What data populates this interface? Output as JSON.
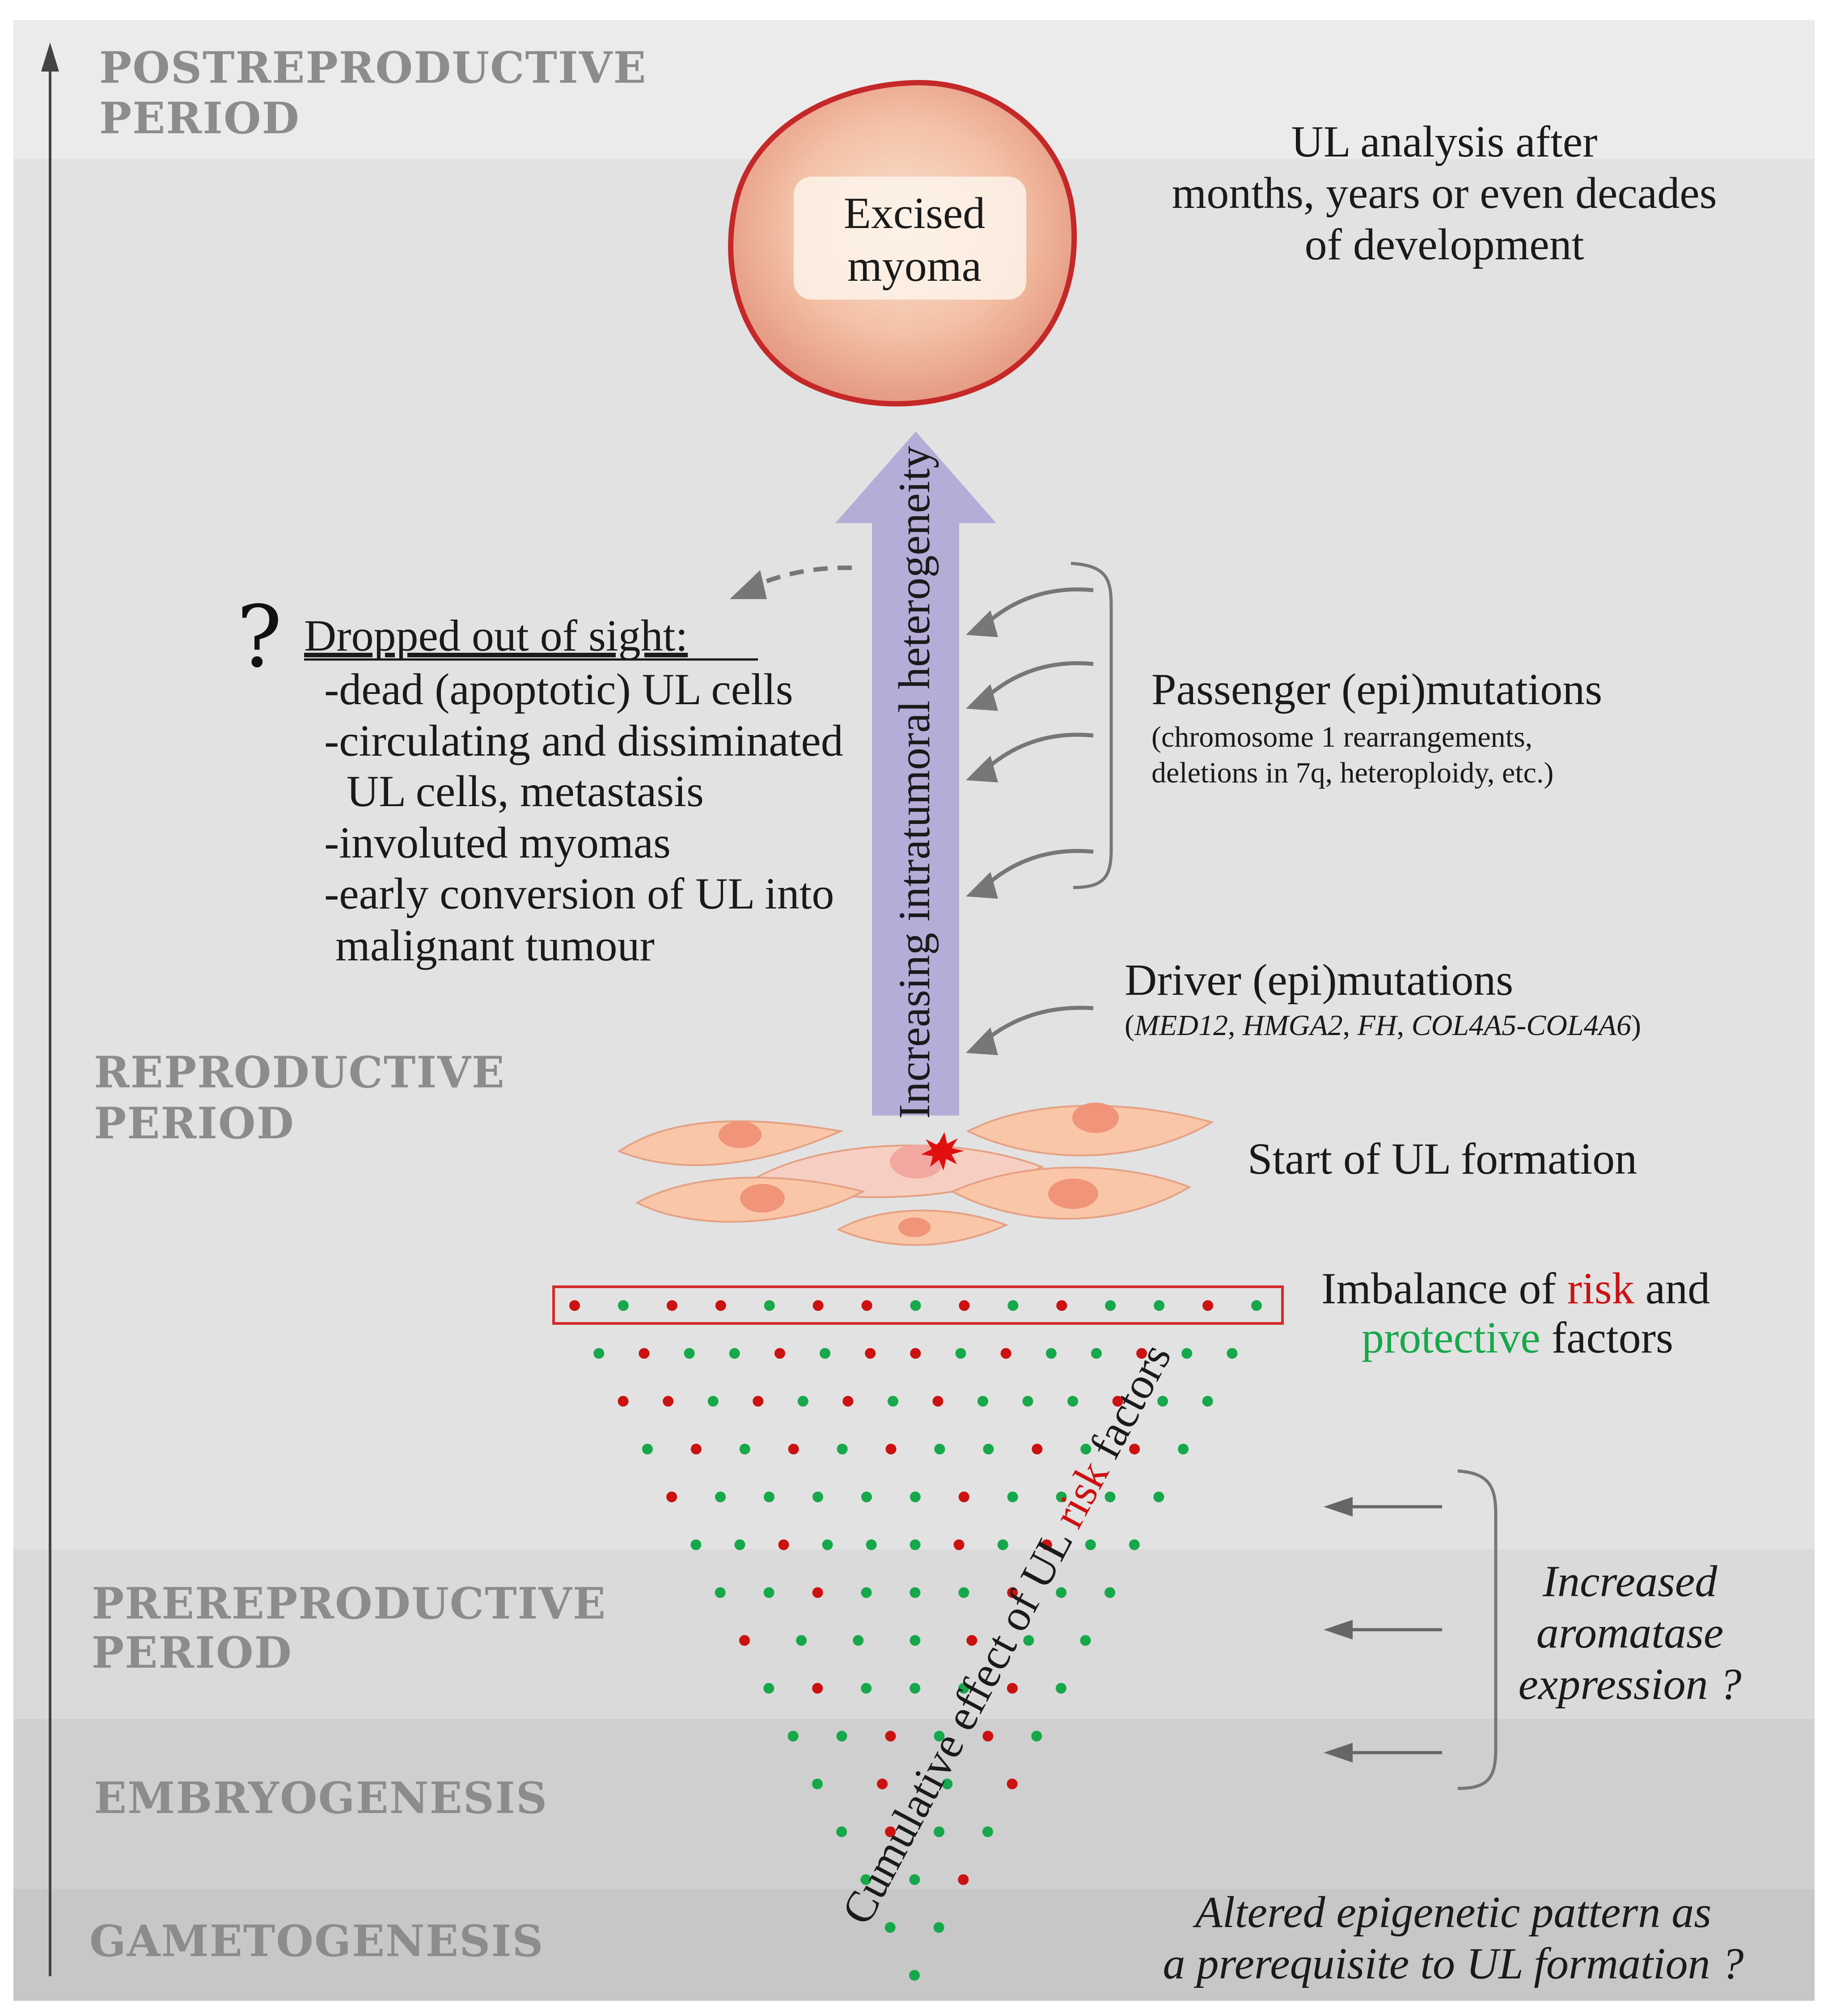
{
  "periods": {
    "postreproductive": [
      "POSTREPRODUCTIVE",
      "PERIOD"
    ],
    "reproductive": [
      "REPRODUCTIVE",
      "PERIOD"
    ],
    "prereproductive": [
      "PREREPRODUCTIVE",
      "PERIOD"
    ],
    "embryogenesis": "EMBRYOGENESIS",
    "gametogenesis": "GAMETOGENESIS"
  },
  "myoma": {
    "line1": "Excised",
    "line2": "myoma"
  },
  "ul_analysis": [
    "UL analysis after",
    "months, years or even decades",
    "of development"
  ],
  "vertical_arrow_label": "Increasing intratumoral heterogeneity",
  "dropped": {
    "question_mark": "?",
    "title": "Dropped out of sight:",
    "items": [
      "-dead (apoptotic) UL cells",
      "-circulating and dissiminated",
      "UL cells, metastasis",
      "-involuted myomas",
      "-early conversion of UL into",
      "malignant tumour"
    ]
  },
  "passenger": {
    "title": "Passenger (epi)mutations",
    "detail": [
      "(chromosome 1 rearrangements,",
      "deletions in 7q, heteroploidy, etc.)"
    ]
  },
  "driver": {
    "title": "Driver (epi)mutations",
    "detail_open": "(",
    "genes": [
      "MED12",
      "HMGA2",
      "FH",
      "COL4A5-COL4A6"
    ],
    "separator": ", ",
    "detail_close": ")"
  },
  "start_formation": "Start of UL formation",
  "imbalance": {
    "word1": "Imbalance of ",
    "word_risk": "risk",
    "word2": " and",
    "word_protective": "protective",
    "word3": " factors"
  },
  "cumulative": {
    "part1": "Cumulative effect of UL ",
    "part_risk": "risk",
    "part2": " factors"
  },
  "aromatase": [
    "Increased",
    "aromatase",
    "expression ?"
  ],
  "epigenetic": [
    "Altered epigenetic pattern as",
    "a prerequisite to UL formation ?"
  ],
  "colors": {
    "risk": "#cc1111",
    "protective": "#16a84a",
    "arrow_fill": "#b6acd8",
    "band_light": "#e6e6e6",
    "band_dark": "#cbcbcb",
    "period_text": "#8c8c8c"
  },
  "dot_rows": [
    "rgrrgrrgrgrggrg",
    "grggrgrrgrggrgg",
    "rrgrgrgrgggrgg",
    "grgrgrggrgrg",
    "rgggggrgggg",
    "ggrgggrgrgg",
    "ggrgggrgg",
    "rgggrgg",
    "grgggrg",
    "ggrgrg",
    "grgr",
    "grgg",
    "ggr",
    "gg",
    "g"
  ]
}
